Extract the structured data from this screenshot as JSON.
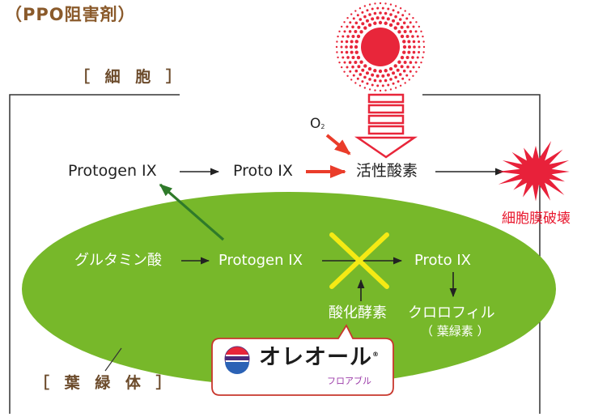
{
  "title": "（PPO阻害剤）",
  "cell": {
    "label": "［ 細 胞 ］"
  },
  "chloroplast": {
    "label": "［ 葉 緑 体 ］"
  },
  "outer_pathway": {
    "protogen": "Protogen IX",
    "proto": "Proto IX",
    "o2": "O",
    "o2_sub": "2",
    "ros": "活性酸素",
    "damage": "細胞膜破壊"
  },
  "inner_pathway": {
    "glutamic": "グルタミン酸",
    "protogen": "Protogen IX",
    "proto": "Proto IX",
    "enzyme": "酸化酵素",
    "chlorophyll": "クロロフィル",
    "chlorophyll_note": "（ 葉緑素 ）"
  },
  "callout": {
    "product": "オレオール",
    "registered": "®",
    "formulation": "フロアブル"
  },
  "colors": {
    "leaf_green": "#77b82a",
    "sun_red": "#e8263a",
    "arrow_red": "#ea3c2a",
    "arrow_green": "#2f7a2a",
    "cross_yellow": "#f5ea14",
    "text_brown": "#8a5a2b"
  },
  "icons": {
    "sun": "sun-icon",
    "burst": "burst-icon",
    "block": "block-x-icon",
    "logo": "product-logo-icon"
  }
}
